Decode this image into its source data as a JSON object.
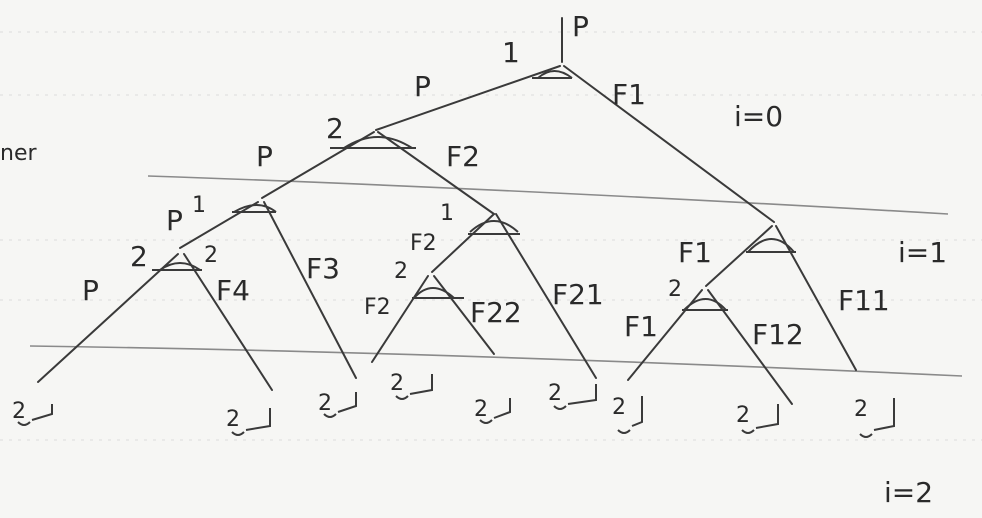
{
  "diagram": {
    "root_label": "P",
    "margin_fragment": "ner",
    "level_labels": {
      "level_0": "i=0",
      "level_1": "i=1",
      "level_2": "i=2"
    },
    "node_player_labels": {
      "root": "1",
      "n_p": "2",
      "n_pp": "1",
      "n_ppp": "2",
      "n_f2": "1",
      "n_f2f2": "2",
      "n_f1": "",
      "n_f1f1": "2"
    },
    "edge_labels": {
      "root_to_p": "P",
      "root_to_f1": "F1",
      "p_to_pp": "P",
      "p_to_f2": "F2",
      "pp_to_ppp": "P",
      "pp_to_f3": "F3",
      "ppp_to_p": "P",
      "ppp_to_f4": "F4",
      "f2_to_f2f2": "F2",
      "f2_to_f21": "F21",
      "f2f2_to_f2": "F2",
      "f2f2_to_f22": "F22",
      "f1_to_f1f1": "F1",
      "f1_to_f11": "F11",
      "f1f1_to_f1": "F1",
      "f1f1_to_f12": "F12"
    },
    "leaf_label": "2",
    "extra_marks": {
      "ppp_right_digit": "2"
    }
  }
}
